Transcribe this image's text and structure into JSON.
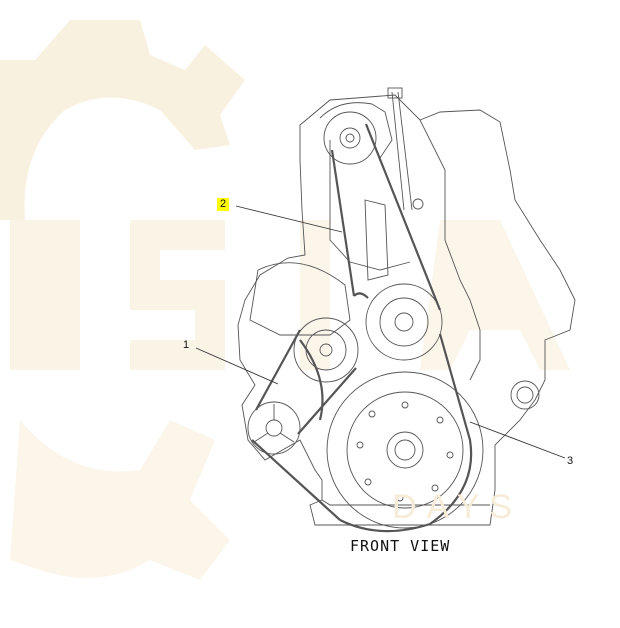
{
  "diagram": {
    "caption": "FRONT VIEW",
    "callouts": [
      {
        "id": "1",
        "label": "1",
        "highlighted": false
      },
      {
        "id": "2",
        "label": "2",
        "highlighted": true
      },
      {
        "id": "3",
        "label": "3",
        "highlighted": false
      }
    ],
    "highlight_color": "#ffff00",
    "line_color": "#555555"
  },
  "watermark": {
    "text": "DAYS",
    "color": "#f6ecd7"
  }
}
